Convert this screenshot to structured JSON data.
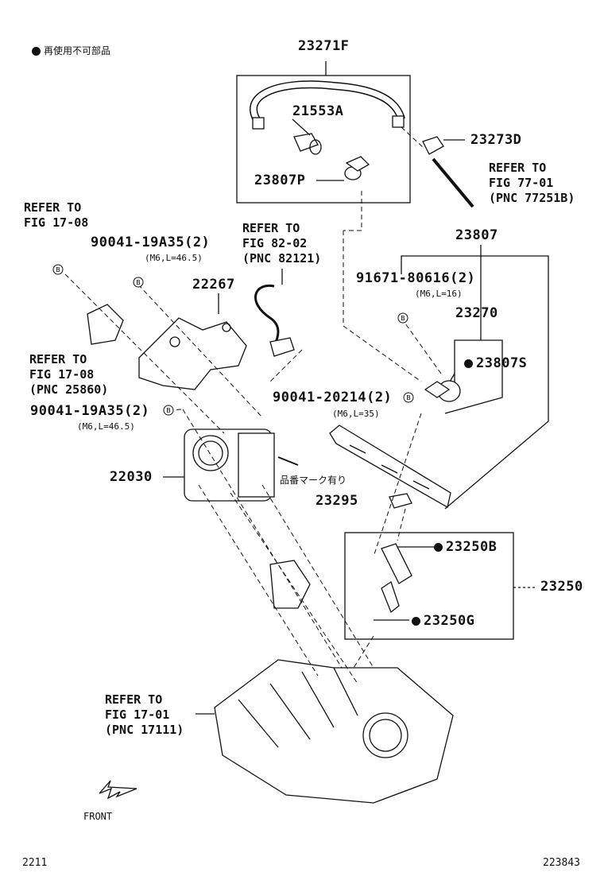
{
  "legend": {
    "text": "再使用不可部品"
  },
  "parts": {
    "p23271F": "23271F",
    "p21553A": "21553A",
    "p23807P": "23807P",
    "p23273D": "23273D",
    "p23807": "23807",
    "p91671": "91671-80616(2)",
    "p91671_spec": "(M6,L=16)",
    "p23270": "23270",
    "p23807S": "23807S",
    "p90041_20214": "90041-20214(2)",
    "p90041_20214_spec": "(M6,L=35)",
    "p90041_19A35_top": "90041-19A35(2)",
    "p90041_19A35_top_spec": "(M6,L=46.5)",
    "p22267": "22267",
    "p90041_19A35_mid": "90041-19A35(2)",
    "p90041_19A35_mid_spec": "(M6,L=46.5)",
    "p22030": "22030",
    "p23295": "23295",
    "p23250B": "23250B",
    "p23250": "23250",
    "p23250G": "23250G"
  },
  "refs": {
    "fig77": "REFER TO\nFIG 77-01\n(PNC 77251B)",
    "fig17_08_top": "REFER TO\nFIG 17-08",
    "fig82": "REFER TO\nFIG 82-02\n(PNC 82121)",
    "fig17_08_mid": "REFER TO\nFIG 17-08\n(PNC 25860)",
    "fig17_01": "REFER TO\nFIG 17-01\n(PNC 17111)"
  },
  "mark_note": "品番マーク有り",
  "bolt_symbol": "B",
  "front_label": "FRONT",
  "footer": {
    "left": "2211",
    "right": "223843"
  }
}
